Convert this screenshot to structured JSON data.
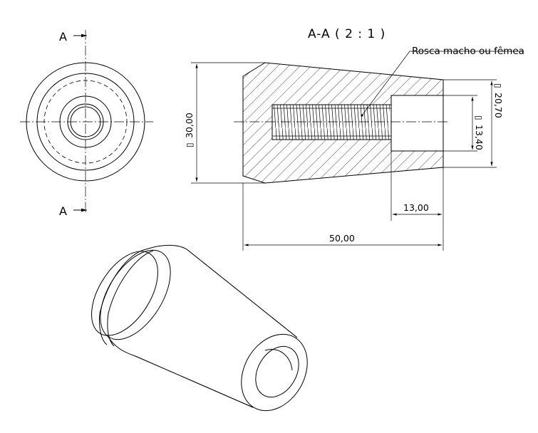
{
  "section_view": {
    "title": "A-A ( 2 : 1 )",
    "annotation": "Rosca macho ou fêmea"
  },
  "cut_markers": {
    "top": "A",
    "bottom": "A"
  },
  "dimensions": {
    "outer_diameter": "30,00",
    "bore_diameter": "13,40",
    "end_diameter": "20,70",
    "bore_depth": "13,00",
    "total_length": "50,00"
  },
  "diameter_symbol": "▯"
}
